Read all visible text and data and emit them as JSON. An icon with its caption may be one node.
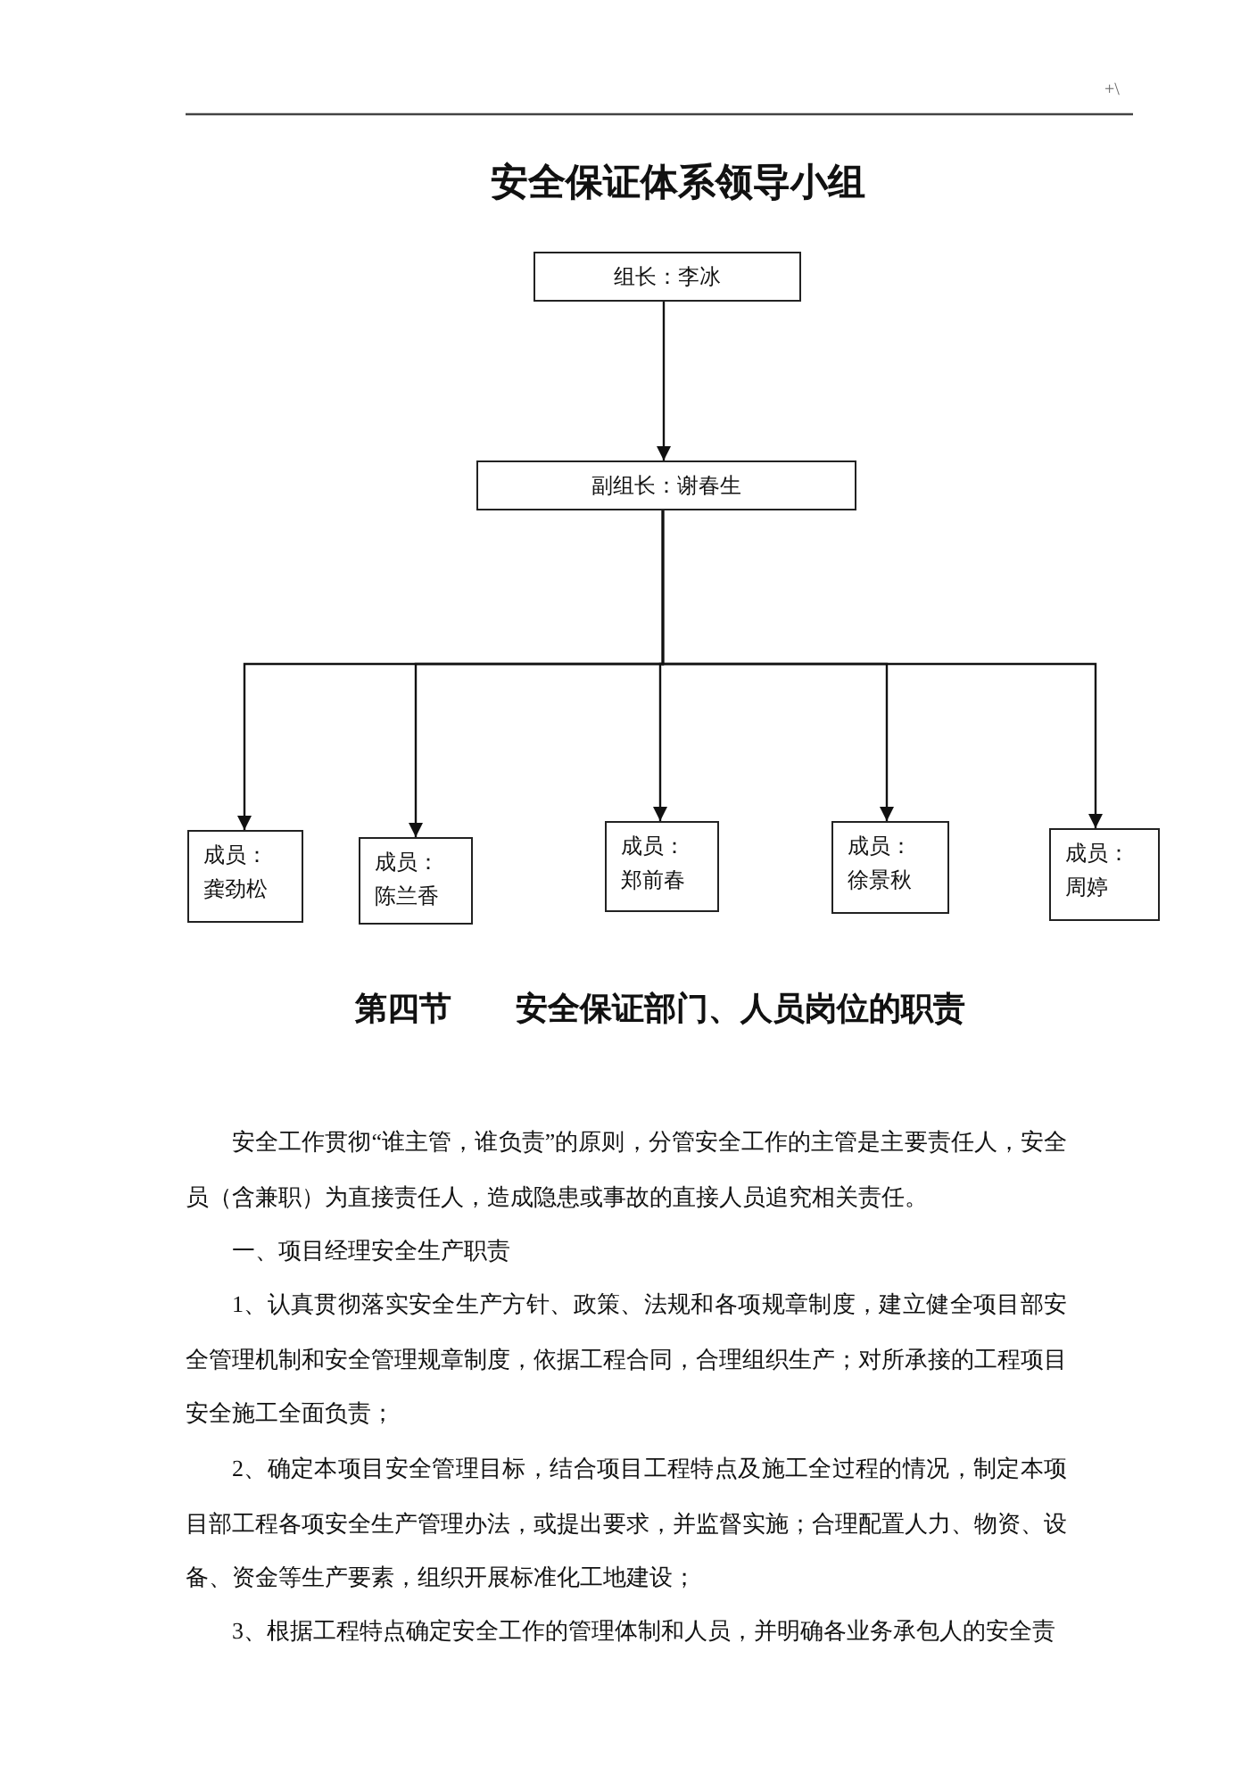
{
  "diagram": {
    "title": "安全保证体系领导小组",
    "nodes": [
      {
        "text": [
          "组长：李冰"
        ]
      },
      {
        "text": [
          "副组长：谢春生"
        ]
      },
      {
        "text": [
          "成员：龚劲松"
        ]
      },
      {
        "text": [
          "成员：陈兰香"
        ]
      },
      {
        "text": [
          "成员：郑前春"
        ]
      },
      {
        "text": [
          "成员：徐景秋"
        ]
      },
      {
        "text": [
          "成员：周婷"
        ]
      }
    ],
    "edges": [
      {
        "from": 0,
        "to": 1,
        "arrow": "to"
      },
      {
        "from": 1,
        "to": 2,
        "arrow": "to"
      },
      {
        "from": 1,
        "to": 3,
        "arrow": "to"
      },
      {
        "from": 1,
        "to": 4,
        "arrow": "to"
      },
      {
        "from": 1,
        "to": 5,
        "arrow": "to"
      },
      {
        "from": 1,
        "to": 6,
        "arrow": "to"
      }
    ],
    "labels": [
      "+\\",
      "第四节　　安全保证部门、人员岗位的职责",
      "安全工作贯彻“谁主管，谁负责”的原则，分管安全工作的主管是主要责任人，安全员（含兼职）为直接责任人，造成隐患或事故的直接人员追究相关责任。",
      "一、项目经理安全生产职责",
      "1、认真贯彻落实安全生产方针、政策、法规和各项规章制度，建立健全项目部安全管理机制和安全管理规章制度，依据工程合同，合理组织生产；对所承接的工程项目安全施工全面负责；",
      "2、确定本项目安全管理目标，结合项目工程特点及施工全过程的情况，制定本项目部工程各项安全生产管理办法，或提出要求，并监督实施；合理配置人力、物资、设备、资金等生产要素，组织开展标准化工地建设；",
      "3、根据工程特点确定安全工作的管理体制和人员，并明确各业务承包人的安全责"
    ]
  }
}
